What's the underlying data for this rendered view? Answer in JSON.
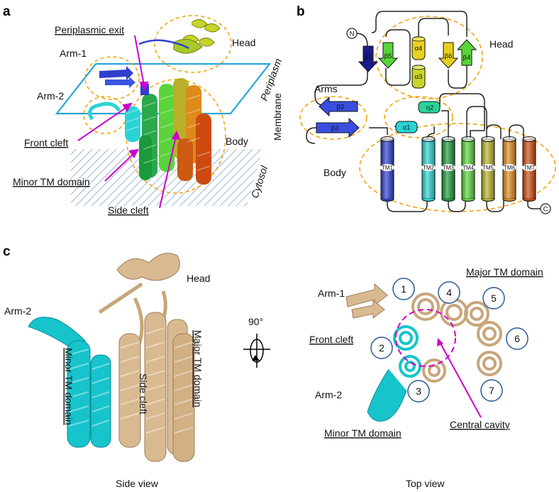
{
  "panel_a": {
    "letter": "a",
    "labels": {
      "periplasmic_exit": "Periplasmic exit",
      "head": "Head",
      "arm1": "Arm-1",
      "arm2": "Arm-2",
      "periplasm": "Periplasm",
      "membrane": "Membrane",
      "body": "Body",
      "cytosol": "Cytosol",
      "front_cleft": "Front cleft",
      "minor_tm": "Minor TM domain",
      "side_cleft": "Side cleft"
    }
  },
  "panel_b": {
    "letter": "b",
    "n_term": "N",
    "c_term": "C",
    "labels": {
      "head": "Head",
      "arms": "Arms",
      "body": "Body"
    },
    "strands": [
      "β1",
      "β5",
      "β6",
      "β4",
      "β2",
      "β3"
    ],
    "helices_small": [
      "α4",
      "α3",
      "η2",
      "α1"
    ],
    "tm_helices": [
      "TM1",
      "TM2",
      "TM3",
      "TM4",
      "TM5",
      "TM6",
      "TM7"
    ],
    "colors": {
      "tm": [
        "#2f3fcc",
        "#2ad4d4",
        "#1a9a3a",
        "#5ad43a",
        "#b8b02a",
        "#dd8a1a",
        "#cc4a10"
      ],
      "orange_dash": "#f0a000"
    }
  },
  "panel_c": {
    "letter": "c",
    "side": {
      "head": "Head",
      "arm2": "Arm-2",
      "minor_tm": "Minor TM domain",
      "side_cleft": "Side cleft",
      "major_tm": "Major TM domain",
      "caption": "Side view"
    },
    "rotation": "90°",
    "top": {
      "major_tm": "Major TM domain",
      "arm1": "Arm-1",
      "front_cleft": "Front cleft",
      "arm2": "Arm-2",
      "minor_tm": "Minor TM domain",
      "central_cavity": "Central cavity",
      "caption": "Top view",
      "helix_numbers": [
        "1",
        "4",
        "5",
        "2",
        "6",
        "3",
        "7"
      ]
    },
    "colors": {
      "tan": "#d9b990",
      "cyan": "#17c4cc",
      "magenta": "#cc00cc"
    }
  }
}
